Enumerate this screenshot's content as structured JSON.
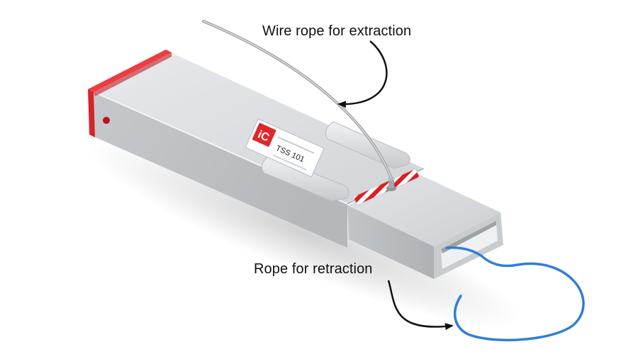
{
  "callouts": {
    "extraction": "Wire rope for extraction",
    "retraction": "Rope for retraction"
  },
  "product_label": {
    "logo": "iC",
    "code": "TSS 101"
  },
  "colors": {
    "housing": "#cfd2d5",
    "end_cap": "#e0262b",
    "hazard_stripe": "#d91f26",
    "blue_rope": "#2f7fd6",
    "wire_rope": "#a7abaf",
    "arrow": "#111111"
  }
}
